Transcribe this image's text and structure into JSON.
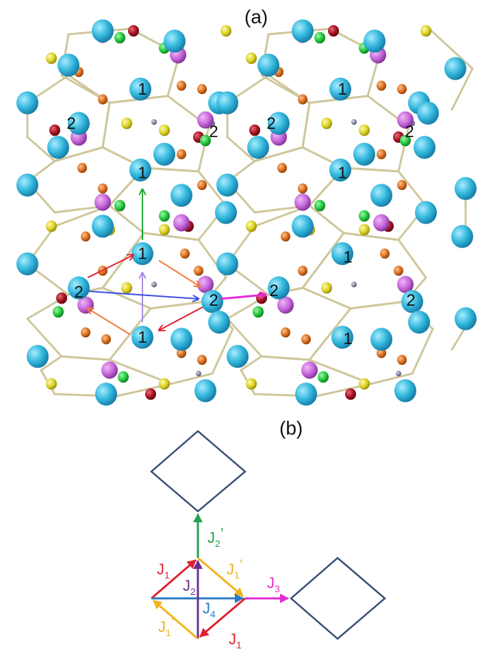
{
  "panel_a": {
    "label": "(a)",
    "site_one": "1",
    "site_two": "2"
  },
  "panel_b": {
    "label": "(b)",
    "couplings": {
      "j1_upper": {
        "main": "J",
        "sub": "1",
        "prime": ""
      },
      "j1_lower": {
        "main": "J",
        "sub": "1",
        "prime": ""
      },
      "j1p_upper": {
        "main": "J",
        "sub": "1",
        "prime": "’"
      },
      "j1p_lower": {
        "main": "J",
        "sub": "1",
        "prime": "’"
      },
      "j2": {
        "main": "J",
        "sub": "2",
        "prime": ""
      },
      "j2p": {
        "main": "J",
        "sub": "2",
        "prime": "’"
      },
      "j3": {
        "main": "J",
        "sub": "3",
        "prime": ""
      },
      "j4": {
        "main": "J",
        "sub": "4",
        "prime": ""
      }
    }
  },
  "colors": {
    "cyan_atom": "#33b7dc",
    "purple_atom": "#c263d6",
    "green_atom": "#21c53a",
    "darkred_atom": "#a30e1e",
    "orange_atom": "#d86c1c",
    "yellow_atom": "#d9cf20",
    "small_atom": "#6a6f8c",
    "bond": "#cfc79b",
    "diamond": "#3a4f74",
    "j1": "#e0212e",
    "j1p": "#f2b21a",
    "j2": "#6b2f90",
    "j2p": "#21a34c",
    "j3": "#e52ad2",
    "j4": "#2a7bbf"
  }
}
